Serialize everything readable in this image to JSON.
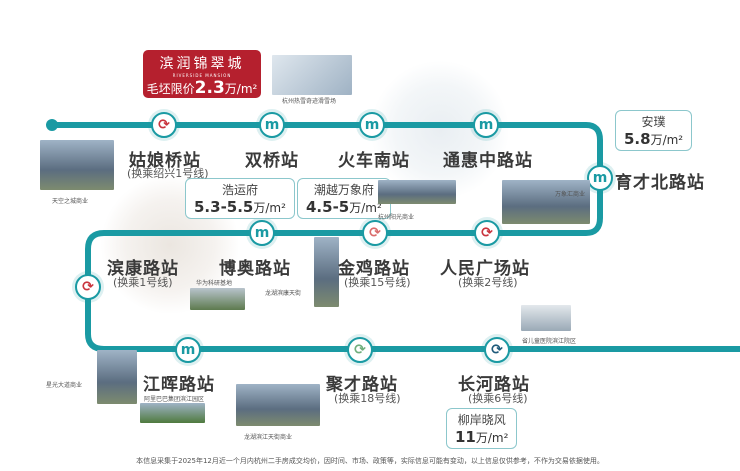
{
  "promo": {
    "name": "滨润锦翠城",
    "english": "RIVERSIDE MANSION",
    "price_label": "毛坯限价",
    "price": "2.3",
    "unit": "万/m²"
  },
  "stations": [
    {
      "name": "姑娘桥站",
      "sub": "(换乘绍兴1号线)",
      "type": "transfer"
    },
    {
      "name": "双桥站",
      "type": "metro"
    },
    {
      "name": "火车南站",
      "type": "metro"
    },
    {
      "name": "通惠中路站",
      "type": "metro"
    },
    {
      "name": "育才北路站",
      "type": "metro"
    },
    {
      "name": "人民广场站",
      "sub": "(换乘2号线)",
      "type": "transfer"
    },
    {
      "name": "金鸡路站",
      "sub": "(换乘15号线)",
      "type": "transfer"
    },
    {
      "name": "博奥路站",
      "type": "metro"
    },
    {
      "name": "滨康路站",
      "sub": "(换乘1号线)",
      "type": "transfer"
    },
    {
      "name": "江晖路站",
      "type": "metro"
    },
    {
      "name": "聚才路站",
      "sub": "(换乘18号线)",
      "type": "transfer"
    },
    {
      "name": "长河路站",
      "sub": "(换乘6号线)",
      "type": "transfer"
    }
  ],
  "bubbles": [
    {
      "title": "浩运府",
      "price": "5.3-5.5",
      "unit": "万/m²"
    },
    {
      "title": "潮越万象府",
      "price": "4.5-5",
      "unit": "万/m²"
    },
    {
      "title": "安璞",
      "price": "5.8",
      "unit": "万/m²"
    },
    {
      "title": "柳岸晓风",
      "price": "11",
      "unit": "万/m²"
    }
  ],
  "pois": [
    "杭州热雪奇迹滑雪场",
    "天空之城商业",
    "杭州阳光商业",
    "万象汇商业",
    "华为科研基地",
    "龙湖滨康天街",
    "省儿童医院滨江院区",
    "星光大道商业",
    "阿里巴巴集团滨江园区",
    "龙湖滨江天街商业"
  ],
  "metro_glyph": "m",
  "transfer_glyph": "⟳",
  "footnote": "本信息采集于2025年12月近一个月内杭州二手房成交均价，因时间、市场、政策等，实际信息可能有变动，以上信息仅供参考，不作为交易依据使用。",
  "colors": {
    "line": "#1a9aa3",
    "promo": "#b5202e"
  }
}
